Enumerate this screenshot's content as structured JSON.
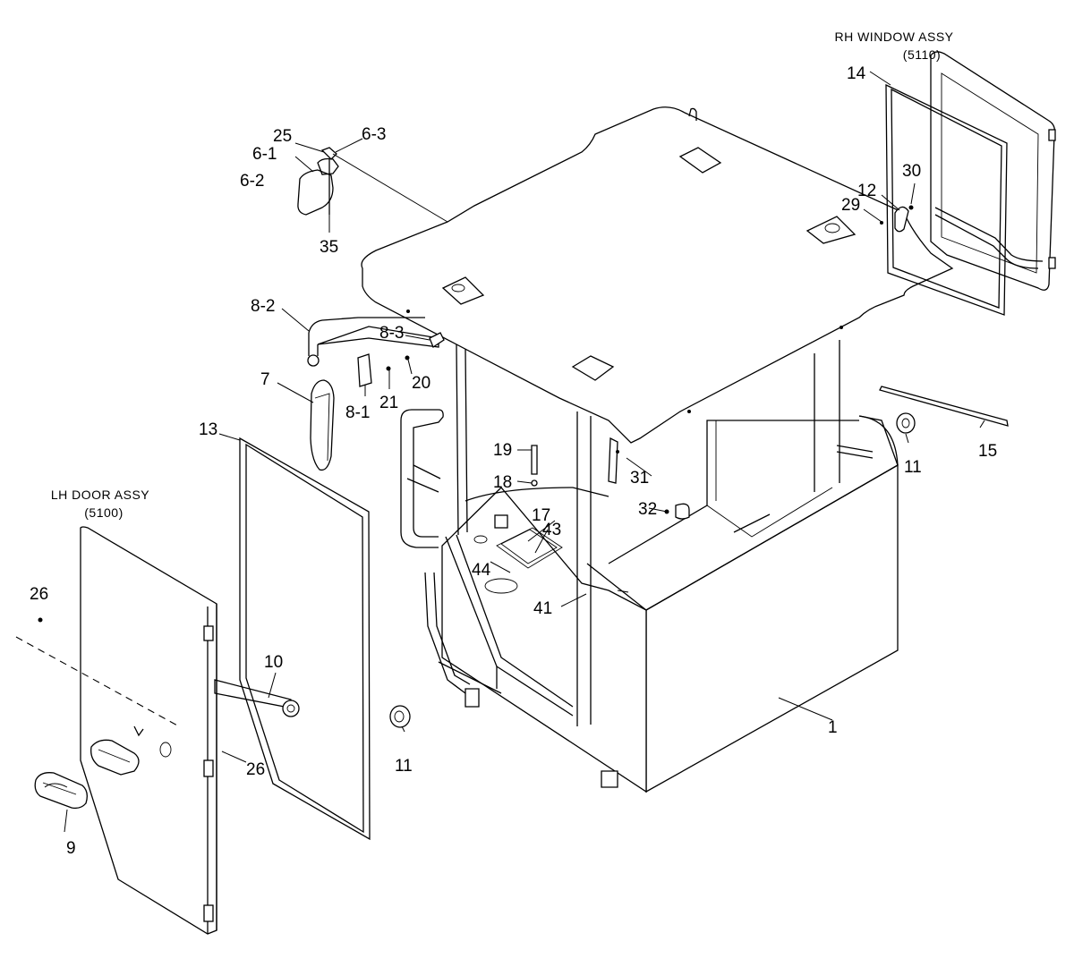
{
  "assemblies": {
    "rh_window": {
      "title": "RH WINDOW ASSY",
      "code": "(5110)"
    },
    "lh_door": {
      "title": "LH DOOR ASSY",
      "code": "(5100)"
    }
  },
  "callouts": {
    "p1": "1",
    "p6_1": "6-1",
    "p6_2": "6-2",
    "p6_3": "6-3",
    "p7": "7",
    "p8_1": "8-1",
    "p8_2": "8-2",
    "p8_3": "8-3",
    "p9": "9",
    "p10": "10",
    "p11a": "11",
    "p11b": "11",
    "p12": "12",
    "p13": "13",
    "p14": "14",
    "p15": "15",
    "p17": "17",
    "p18": "18",
    "p19": "19",
    "p20": "20",
    "p21": "21",
    "p25": "25",
    "p26a": "26",
    "p26b": "26",
    "p29": "29",
    "p30": "30",
    "p31": "31",
    "p32": "32",
    "p35": "35",
    "p41": "41",
    "p43": "43",
    "p44": "44"
  }
}
